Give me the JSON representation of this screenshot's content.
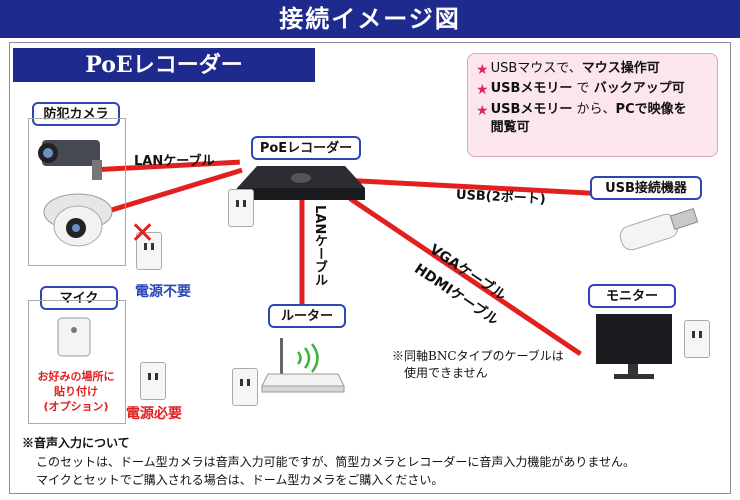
{
  "header": {
    "title": "接続イメージ図"
  },
  "section": {
    "title": "PoEレコーダー"
  },
  "labels": {
    "camera": "防犯カメラ",
    "recorder": "PoEレコーダー",
    "usb_device": "USB接続機器",
    "mic": "マイク",
    "router": "ルーター",
    "monitor": "モニター"
  },
  "connections": {
    "lan_cable_1": "LANケーブル",
    "lan_cable_2": "LANケーブル",
    "usb": "USB(2ポート)",
    "vga": "VGAケーブル",
    "hdmi": "HDMIケーブル"
  },
  "power": {
    "not_needed": "電源不要",
    "needed": "電源必要"
  },
  "mic_note": {
    "line1": "お好みの場所に",
    "line2": "貼り付け",
    "line3": "(オプション)"
  },
  "notes": [
    {
      "pre": "USBマウスで、",
      "bold": "マウス操作可",
      "post": ""
    },
    {
      "pre": "USBメモリー",
      "bold": "",
      "mid": "で",
      "post": "バックアップ可"
    },
    {
      "pre": "USBメモリー",
      "mid": "から、",
      "post": "PCで映像を閲覧可"
    }
  ],
  "notes_text": {
    "n1_a": "USBマウスで、",
    "n1_b": "マウス操作可",
    "n2_a": "USBメモリー",
    "n2_b": "で",
    "n2_c": "バックアップ可",
    "n3_a": "USBメモリー",
    "n3_b": "から、",
    "n3_c": "PCで映像を",
    "n3_d": "閲覧可"
  },
  "bnc_note": {
    "line1": "※同軸BNCタイプのケーブルは",
    "line2": "使用できません"
  },
  "footer": {
    "heading": "※音声入力について",
    "line1": "このセットは、ドーム型カメラは音声入力可能ですが、筒型カメラとレコーダーに音声入力機能がありません。",
    "line2": "マイクとセットでご購入される場合は、ドーム型カメラをご購入ください。"
  },
  "colors": {
    "navy": "#1f2a8f",
    "red": "#e32020",
    "blue": "#2c46b8",
    "pink": "#fbe6ee"
  }
}
